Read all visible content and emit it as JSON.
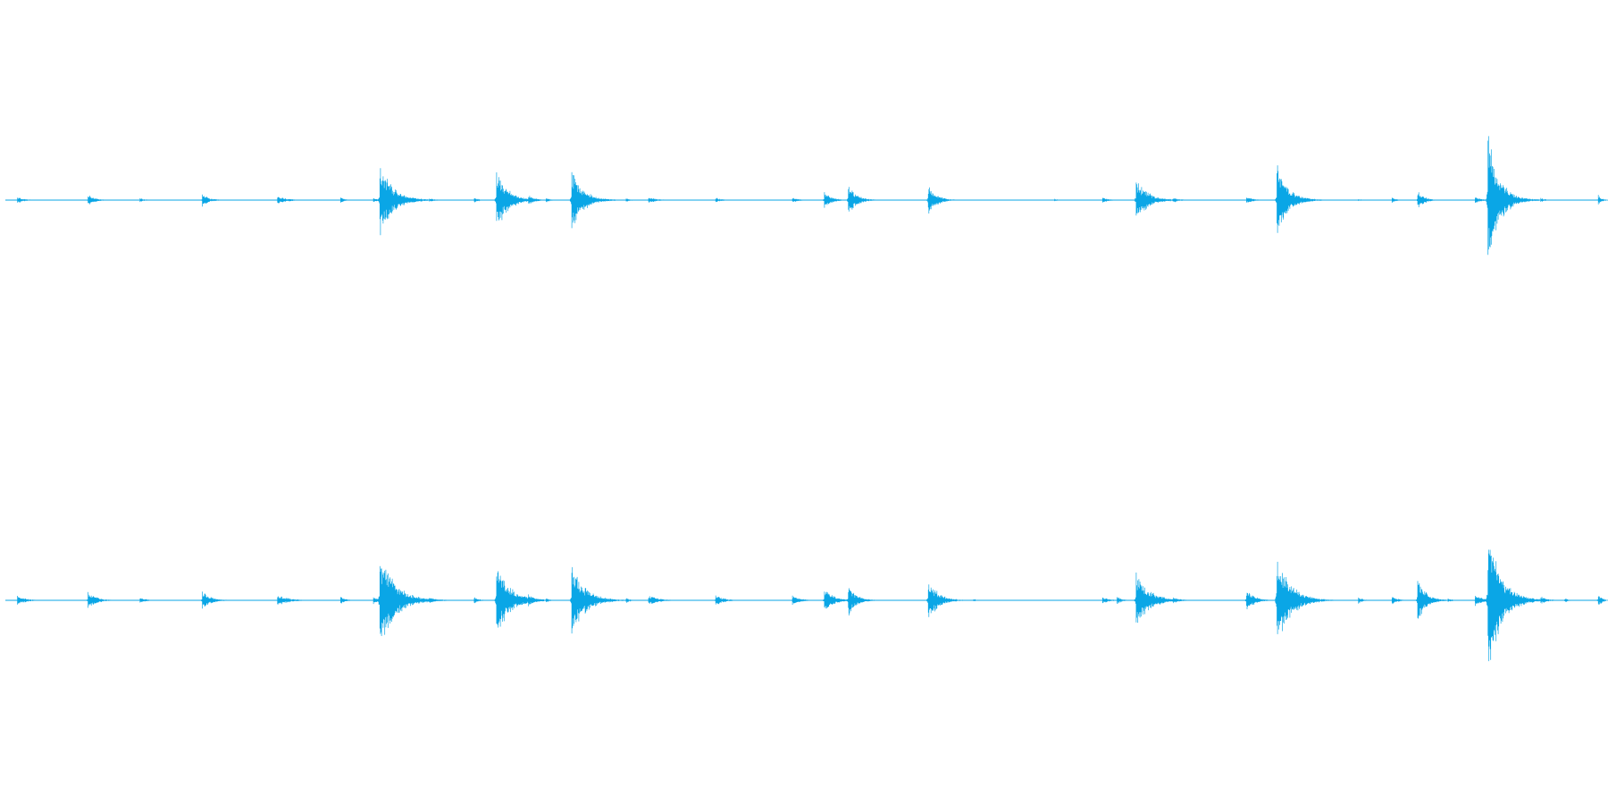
{
  "waveform": {
    "color": "#0aa6e6",
    "background": "#ffffff",
    "channels": [
      {
        "name": "",
        "events": [
          {
            "t": 0.0074,
            "amp": 0.05,
            "decay": 0.004
          },
          {
            "t": 0.0515,
            "amp": 0.1,
            "decay": 0.004
          },
          {
            "t": 0.084,
            "amp": 0.04,
            "decay": 0.003
          },
          {
            "t": 0.123,
            "amp": 0.1,
            "decay": 0.004
          },
          {
            "t": 0.17,
            "amp": 0.06,
            "decay": 0.006
          },
          {
            "t": 0.2095,
            "amp": 0.04,
            "decay": 0.003
          },
          {
            "t": 0.23,
            "amp": 0.04,
            "decay": 0.003
          },
          {
            "t": 0.234,
            "amp": 0.55,
            "decay": 0.008
          },
          {
            "t": 0.265,
            "amp": 0.03,
            "decay": 0.004
          },
          {
            "t": 0.293,
            "amp": 0.04,
            "decay": 0.003
          },
          {
            "t": 0.307,
            "amp": 0.45,
            "decay": 0.007
          },
          {
            "t": 0.327,
            "amp": 0.08,
            "decay": 0.004
          },
          {
            "t": 0.338,
            "amp": 0.05,
            "decay": 0.002
          },
          {
            "t": 0.354,
            "amp": 0.45,
            "decay": 0.007
          },
          {
            "t": 0.388,
            "amp": 0.03,
            "decay": 0.003
          },
          {
            "t": 0.402,
            "amp": 0.05,
            "decay": 0.005
          },
          {
            "t": 0.444,
            "amp": 0.04,
            "decay": 0.004
          },
          {
            "t": 0.492,
            "amp": 0.04,
            "decay": 0.004
          },
          {
            "t": 0.512,
            "amp": 0.14,
            "decay": 0.004
          },
          {
            "t": 0.527,
            "amp": 0.23,
            "decay": 0.005
          },
          {
            "t": 0.577,
            "amp": 0.22,
            "decay": 0.005
          },
          {
            "t": 0.656,
            "amp": 0.02,
            "decay": 0.002
          },
          {
            "t": 0.686,
            "amp": 0.04,
            "decay": 0.004
          },
          {
            "t": 0.707,
            "amp": 0.32,
            "decay": 0.007
          },
          {
            "t": 0.73,
            "amp": 0.04,
            "decay": 0.004
          },
          {
            "t": 0.776,
            "amp": 0.06,
            "decay": 0.004
          },
          {
            "t": 0.795,
            "amp": 0.52,
            "decay": 0.007
          },
          {
            "t": 0.846,
            "amp": 0.02,
            "decay": 0.002
          },
          {
            "t": 0.867,
            "amp": 0.04,
            "decay": 0.003
          },
          {
            "t": 0.883,
            "amp": 0.14,
            "decay": 0.004
          },
          {
            "t": 0.919,
            "amp": 0.05,
            "decay": 0.004
          },
          {
            "t": 0.927,
            "amp": 1.0,
            "decay": 0.007
          },
          {
            "t": 0.96,
            "amp": 0.04,
            "decay": 0.003
          },
          {
            "t": 0.996,
            "amp": 0.08,
            "decay": 0.002
          }
        ]
      },
      {
        "name": "",
        "events": [
          {
            "t": 0.0074,
            "amp": 0.07,
            "decay": 0.005
          },
          {
            "t": 0.0515,
            "amp": 0.13,
            "decay": 0.005
          },
          {
            "t": 0.084,
            "amp": 0.04,
            "decay": 0.004
          },
          {
            "t": 0.123,
            "amp": 0.14,
            "decay": 0.005
          },
          {
            "t": 0.17,
            "amp": 0.08,
            "decay": 0.007
          },
          {
            "t": 0.2095,
            "amp": 0.06,
            "decay": 0.003
          },
          {
            "t": 0.23,
            "amp": 0.05,
            "decay": 0.003
          },
          {
            "t": 0.234,
            "amp": 0.72,
            "decay": 0.009
          },
          {
            "t": 0.265,
            "amp": 0.04,
            "decay": 0.005
          },
          {
            "t": 0.293,
            "amp": 0.05,
            "decay": 0.003
          },
          {
            "t": 0.307,
            "amp": 0.52,
            "decay": 0.008
          },
          {
            "t": 0.327,
            "amp": 0.1,
            "decay": 0.004
          },
          {
            "t": 0.338,
            "amp": 0.04,
            "decay": 0.002
          },
          {
            "t": 0.354,
            "amp": 0.52,
            "decay": 0.008
          },
          {
            "t": 0.388,
            "amp": 0.04,
            "decay": 0.003
          },
          {
            "t": 0.402,
            "amp": 0.07,
            "decay": 0.006
          },
          {
            "t": 0.444,
            "amp": 0.08,
            "decay": 0.005
          },
          {
            "t": 0.492,
            "amp": 0.07,
            "decay": 0.005
          },
          {
            "t": 0.512,
            "amp": 0.2,
            "decay": 0.005
          },
          {
            "t": 0.527,
            "amp": 0.22,
            "decay": 0.005
          },
          {
            "t": 0.577,
            "amp": 0.3,
            "decay": 0.006
          },
          {
            "t": 0.605,
            "amp": 0.02,
            "decay": 0.003
          },
          {
            "t": 0.686,
            "amp": 0.05,
            "decay": 0.004
          },
          {
            "t": 0.695,
            "amp": 0.06,
            "decay": 0.003
          },
          {
            "t": 0.707,
            "amp": 0.4,
            "decay": 0.008
          },
          {
            "t": 0.73,
            "amp": 0.05,
            "decay": 0.004
          },
          {
            "t": 0.776,
            "amp": 0.15,
            "decay": 0.005
          },
          {
            "t": 0.795,
            "amp": 0.7,
            "decay": 0.008
          },
          {
            "t": 0.846,
            "amp": 0.05,
            "decay": 0.003
          },
          {
            "t": 0.867,
            "amp": 0.06,
            "decay": 0.004
          },
          {
            "t": 0.883,
            "amp": 0.32,
            "decay": 0.005
          },
          {
            "t": 0.902,
            "amp": 0.03,
            "decay": 0.003
          },
          {
            "t": 0.919,
            "amp": 0.08,
            "decay": 0.005
          },
          {
            "t": 0.927,
            "amp": 1.0,
            "decay": 0.008
          },
          {
            "t": 0.96,
            "amp": 0.06,
            "decay": 0.004
          },
          {
            "t": 0.975,
            "amp": 0.03,
            "decay": 0.003
          },
          {
            "t": 0.996,
            "amp": 0.1,
            "decay": 0.002
          }
        ]
      }
    ]
  }
}
